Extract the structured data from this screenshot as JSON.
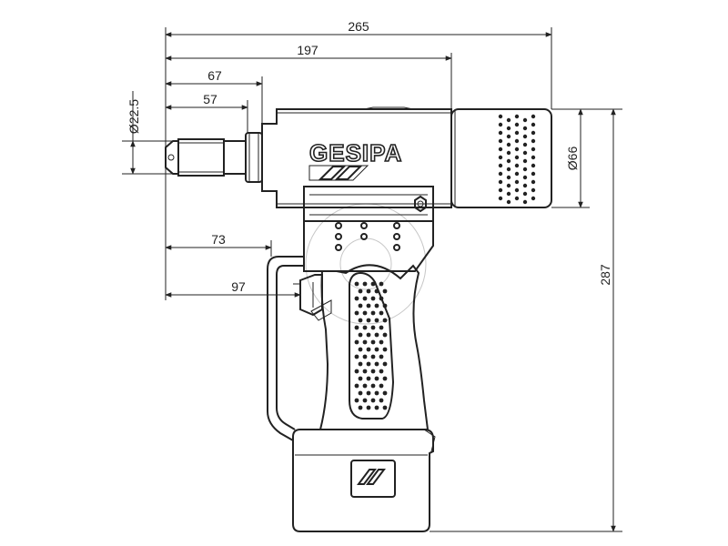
{
  "brand": {
    "name": "GESIPA"
  },
  "dimensions": {
    "overall_length": "265",
    "body_length": "197",
    "nose_67": "67",
    "nose_57": "57",
    "nose_diameter": "Ø22.5",
    "rear_diameter": "Ø66",
    "handle_73": "73",
    "handle_97": "97",
    "overall_height": "287"
  },
  "colors": {
    "line": "#222222",
    "background": "#ffffff"
  }
}
